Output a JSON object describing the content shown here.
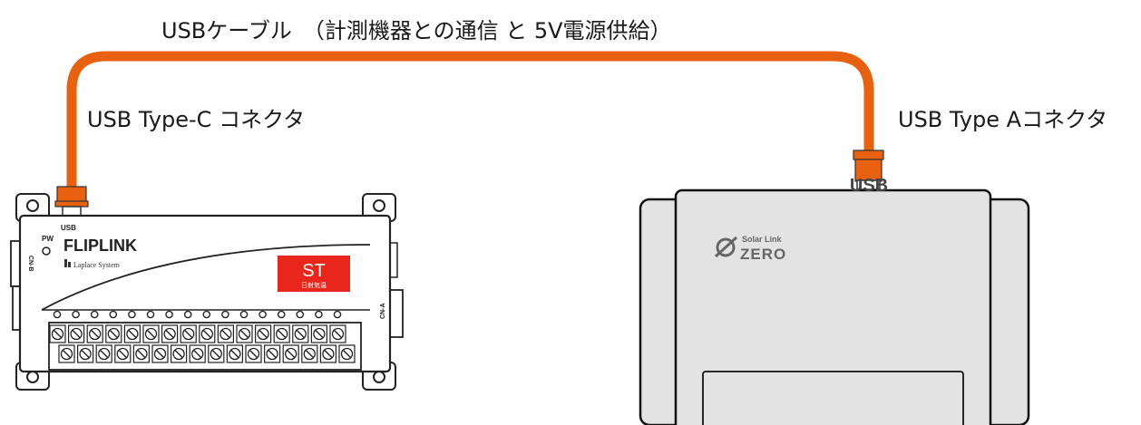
{
  "cable": {
    "label": "USBケーブル　（計測機器との通信 と 5V電源供給）",
    "color": "#e8610f"
  },
  "connectors": {
    "left_label": "USB Type-C コネクタ",
    "right_label": "USB Type Aコネクタ"
  },
  "logger": {
    "usb_port_label": "USB",
    "pw_label": "PW",
    "brand": "FLIPLINK",
    "maker": "Laplace System",
    "cn_b": "CN-B",
    "cn_a": "CN-A",
    "model_code": "ST",
    "model_desc": "日射気温",
    "model_badge_color": "#e8261c"
  },
  "zero": {
    "usb_label": "USB",
    "brand_small": "Solar Link",
    "brand_big": "ZERO",
    "body_color": "#e3e3e3"
  }
}
